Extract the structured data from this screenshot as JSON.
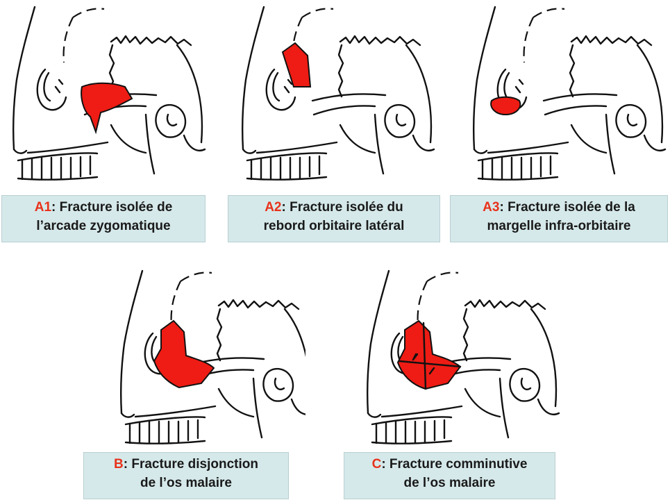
{
  "panels": [
    {
      "code": "A1",
      "line1": ": Fracture isolée de",
      "line2": "l’arcade zygomatique",
      "region": "zygomatic-arch"
    },
    {
      "code": "A2",
      "line1": ": Fracture isolée du",
      "line2": "rebord orbitaire latéral",
      "region": "lateral-orbital-rim"
    },
    {
      "code": "A3",
      "line1": ": Fracture isolée de la",
      "line2": "margelle infra-orbitaire",
      "region": "infra-orbital-margin"
    },
    {
      "code": "B",
      "line1": ": Fracture disjonction",
      "line2": "de l’os malaire",
      "region": "malar-disjunction"
    },
    {
      "code": "C",
      "line1": ": Fracture comminutive",
      "line2": "de l’os malaire",
      "region": "malar-comminuted"
    }
  ],
  "colors": {
    "fracture": "#ee1c14",
    "caption_bg": "#d6e9ea",
    "code_text": "#e8321c"
  }
}
